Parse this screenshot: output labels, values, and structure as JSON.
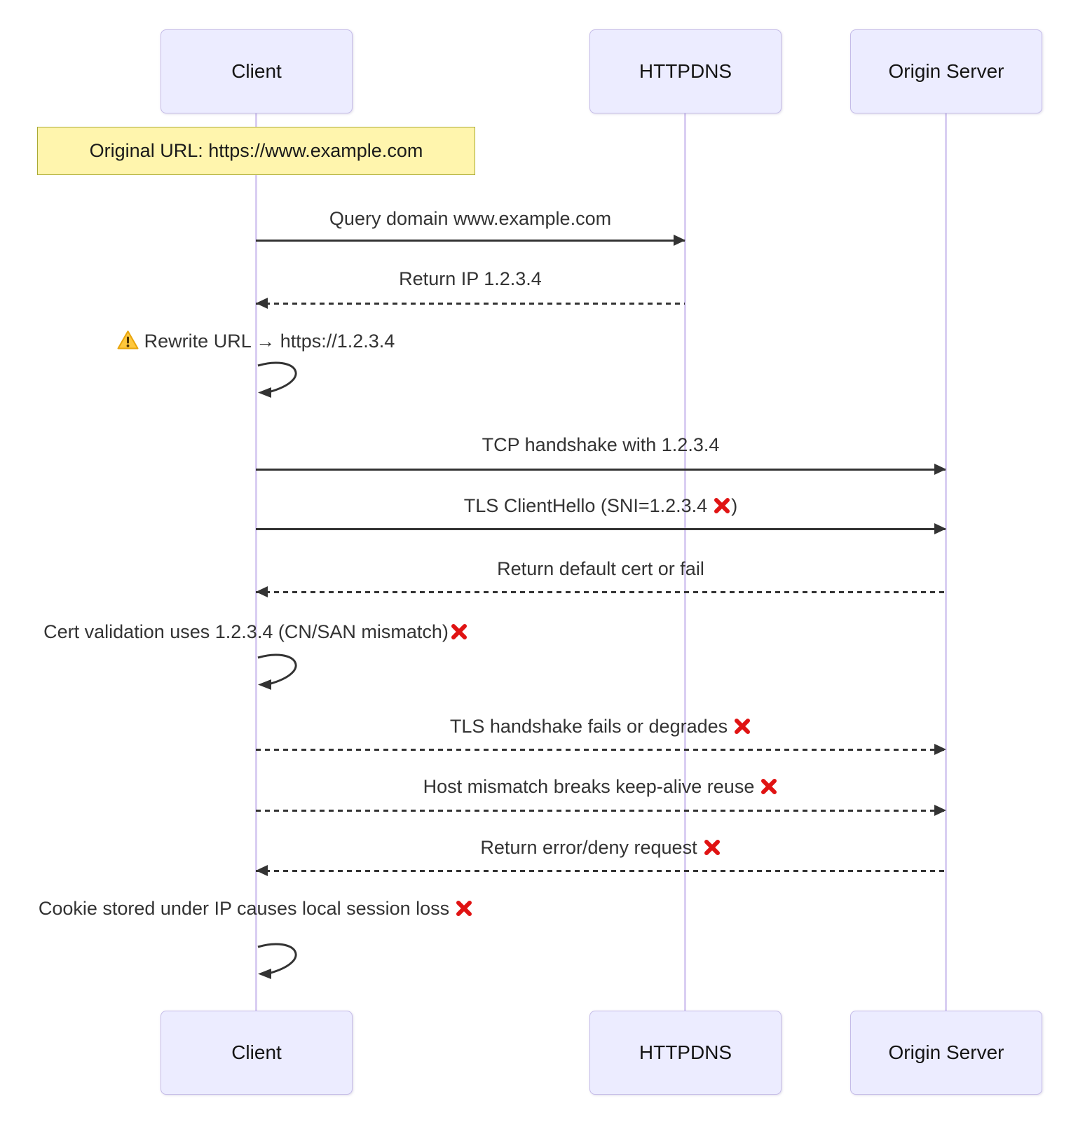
{
  "actors": [
    {
      "name": "Client"
    },
    {
      "name": "HTTPDNS"
    },
    {
      "name": "Origin Server"
    }
  ],
  "note": {
    "text": "Original URL: https://www.example.com",
    "over": "Client"
  },
  "messages": [
    {
      "from": "Client",
      "to": "HTTPDNS",
      "line": "solid",
      "label": "Query domain www.example.com"
    },
    {
      "from": "HTTPDNS",
      "to": "Client",
      "line": "dashed",
      "label": "Return IP 1.2.3.4"
    },
    {
      "from": "Client",
      "to": "Client",
      "line": "self",
      "icon": "warning",
      "label": "Rewrite URL → https://1.2.3.4"
    },
    {
      "from": "Client",
      "to": "Origin Server",
      "line": "solid",
      "label": "TCP handshake with 1.2.3.4"
    },
    {
      "from": "Client",
      "to": "Origin Server",
      "line": "solid",
      "icon": "cross",
      "label_pre": "TLS ClientHello (SNI=1.2.3.4",
      "label_post": ")"
    },
    {
      "from": "Origin Server",
      "to": "Client",
      "line": "dashed",
      "label": "Return default cert or fail"
    },
    {
      "from": "Client",
      "to": "Client",
      "line": "self",
      "icon": "cross",
      "label": "Cert validation uses 1.2.3.4 (CN/SAN mismatch)"
    },
    {
      "from": "Client",
      "to": "Origin Server",
      "line": "dashed",
      "icon": "cross",
      "label": "TLS handshake fails or degrades"
    },
    {
      "from": "Client",
      "to": "Origin Server",
      "line": "dashed",
      "icon": "cross",
      "label": "Host mismatch breaks keep-alive reuse"
    },
    {
      "from": "Origin Server",
      "to": "Client",
      "line": "dashed",
      "icon": "cross",
      "label": "Return error/deny request"
    },
    {
      "from": "Client",
      "to": "Client",
      "line": "self",
      "icon": "cross",
      "label": "Cookie stored under IP causes local session loss"
    }
  ],
  "colors": {
    "actor_fill": "#ECECFF",
    "actor_border": "#C4BBE8",
    "lifeline": "#D9CEF2",
    "note_fill": "#FFF5AD",
    "note_border": "#AAAA33",
    "arrow": "#333333",
    "cross_icon": "#E01313",
    "warning_icon": "#FFC83D"
  }
}
